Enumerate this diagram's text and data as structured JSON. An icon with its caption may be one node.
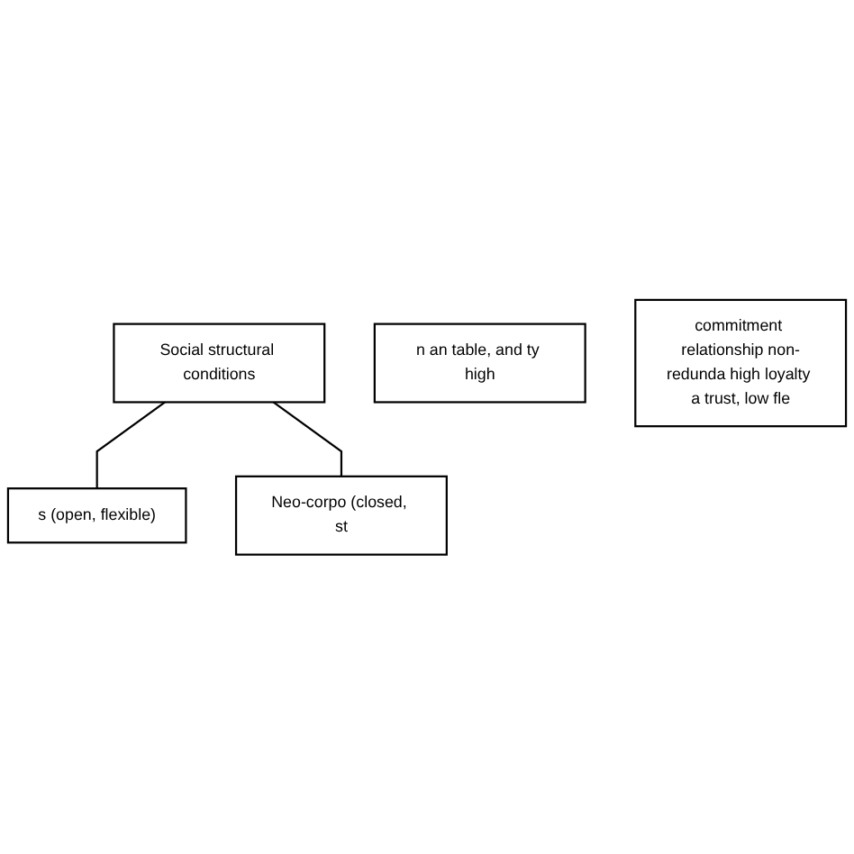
{
  "diagram": {
    "nodes": [
      {
        "text": [
          "Social structural conditions"
        ]
      },
      {
        "text": [
          "s (open, flexible)"
        ]
      },
      {
        "text": [
          "Neo-corpo (closed, st"
        ]
      },
      {
        "text": [
          "n an table, and ty high"
        ]
      },
      {
        "text": [
          "commitment relationship non-redunda high loyalty a trust, low fle"
        ]
      }
    ],
    "edges": [
      {
        "from": 0,
        "to": 1,
        "arrow": "none"
      },
      {
        "from": 0,
        "to": 2,
        "arrow": "none"
      }
    ]
  }
}
